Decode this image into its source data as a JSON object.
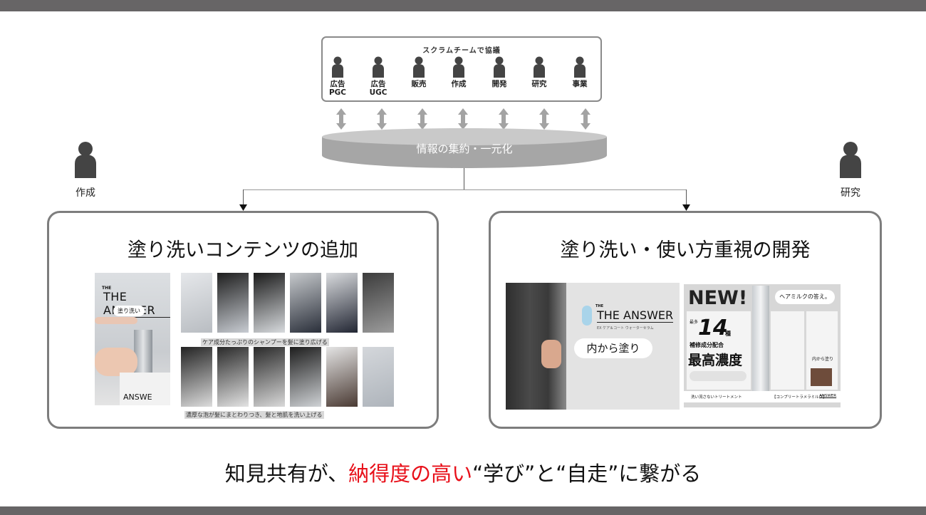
{
  "scrum": {
    "title": "スクラムチームで協議",
    "members": [
      {
        "label": "広告\nPGC"
      },
      {
        "label": "広告\nUGC"
      },
      {
        "label": "販売"
      },
      {
        "label": "作成"
      },
      {
        "label": "開発"
      },
      {
        "label": "研究"
      },
      {
        "label": "事業"
      }
    ]
  },
  "hub": {
    "label": "情報の集約・一元化"
  },
  "side_people": {
    "left": "作成",
    "right": "研究"
  },
  "panels": {
    "left": {
      "title": "塗り洗いコンテンツの追加",
      "poster_brand": "THE ANSWER",
      "poster_tag": "塗り洗い",
      "caption_top": "ケア成分たっぷりのシャンプーを髪に塗り広げる",
      "caption_bottom": "濃厚な泡が髪にまとわりつき、髪と地肌を洗い上げる"
    },
    "right": {
      "title": "塗り洗い・使い方重視の開発",
      "ad1_brand": "THE ANSWER",
      "ad1_sub": "EX ケア＆コート ウォーターセラム",
      "ad1_tag": "内から塗り",
      "ad2_new": "NEW!",
      "ad2_tag": "ヘアミルクの答え。",
      "ad2_count": "14",
      "ad2_count_unit": "種",
      "ad2_count_prefix": "最多",
      "ad2_count_label": "補修成分配合",
      "ad2_headline": "最高濃度",
      "ad2_footer_left": "洗い流さないトリートメント",
      "ad2_footer_right": "【コンプリートラメラミルク】",
      "ad2_brand_small": "ANSWER",
      "ad2_side_tag": "内から塗り"
    }
  },
  "footer": {
    "prefix": "知見共有が、",
    "highlight": "納得度の高い",
    "suffix": "“学び”と“自走”に繋がる"
  },
  "colors": {
    "accent_red": "#e8101a",
    "bar": "#676566",
    "icon": "#444444"
  }
}
